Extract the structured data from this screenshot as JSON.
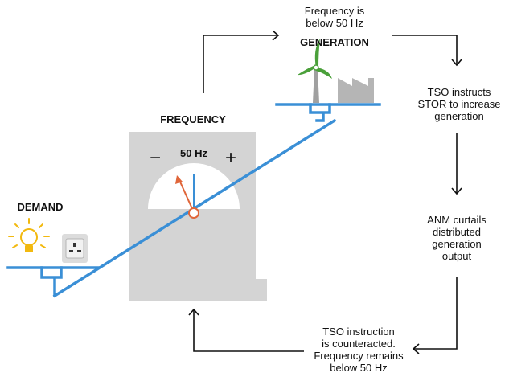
{
  "labels": {
    "generation": "GENERATION",
    "frequency": "FREQUENCY",
    "demand": "DEMAND",
    "gauge_value": "50 Hz",
    "gauge_minus": "−",
    "gauge_plus": "+"
  },
  "cycle": {
    "frequency_below": [
      "Frequency is",
      "below 50 Hz"
    ],
    "tso_instructs": [
      "TSO instructs",
      "STOR to increase",
      "generation"
    ],
    "anm_curtails": [
      "ANM curtails",
      "distributed",
      "generation",
      "output"
    ],
    "counteracted": [
      "TSO instruction",
      "is counteracted.",
      "Frequency remains",
      "below 50 Hz"
    ]
  },
  "icons": {
    "wind_turbine": "wind-turbine-icon",
    "factory": "factory-icon",
    "light_bulb": "light-bulb-icon",
    "plug_socket": "plug-socket-icon"
  },
  "colors": {
    "beam": "#3a8fd6",
    "gauge_body": "#d4d4d4",
    "needle": "#e0663a",
    "reference_line": "#3a8fd6",
    "bulb": "#f2b90f",
    "turbine": "#4aa03a",
    "arrows": "#111111"
  }
}
